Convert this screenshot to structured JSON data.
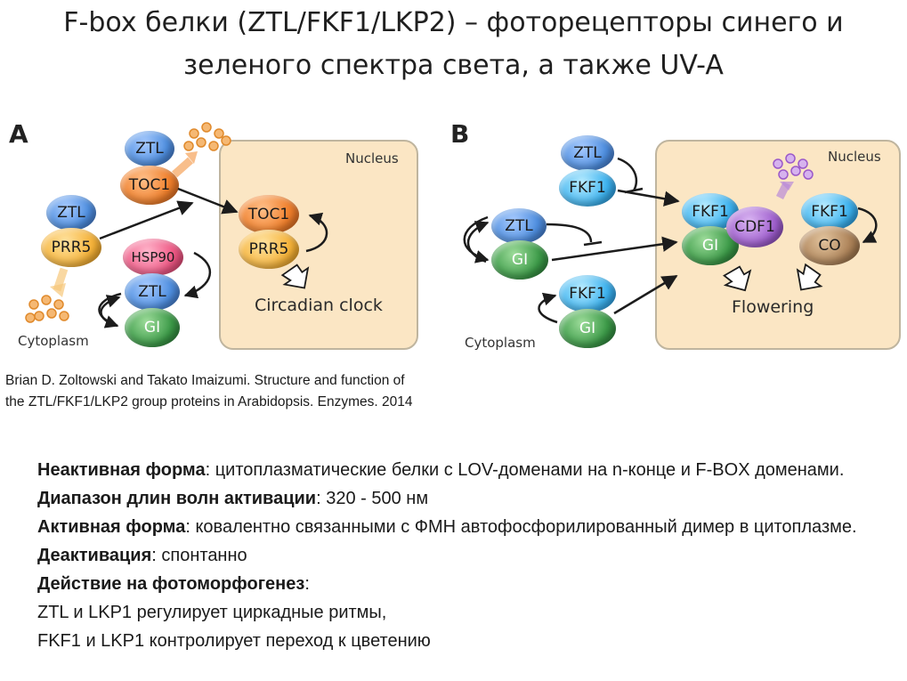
{
  "title": {
    "line1": "F-box белки (ZTL/FKF1/LKP2) – фоторецепторы синего и",
    "line2": "зеленого спектра света, а также UV-A"
  },
  "panel_a": {
    "letter": "A",
    "nucleus_label": "Nucleus",
    "cytoplasm_label": "Cytoplasm",
    "proteins": {
      "ztl_top": "ZTL",
      "toc1_top": "TOC1",
      "ztl_mid": "ZTL",
      "prr5_mid": "PRR5",
      "hsp90": "HSP90",
      "ztl_low": "ZTL",
      "gi_low": "GI",
      "toc1_nuc": "TOC1",
      "prr5_nuc": "PRR5"
    },
    "output_label": "Circadian clock"
  },
  "panel_b": {
    "letter": "B",
    "nucleus_label": "Nucleus",
    "cytoplasm_label": "Cytoplasm",
    "proteins": {
      "ztl_top": "ZTL",
      "fkf1_top": "FKF1",
      "ztl_mid": "ZTL",
      "gi_mid": "GI",
      "fkf1_low": "FKF1",
      "gi_low": "GI",
      "fkf1_nuc": "FKF1",
      "gi_nuc": "GI",
      "cdf1_nuc": "CDF1",
      "fkf1_nuc2": "FKF1",
      "co_nuc": "CO"
    },
    "output_label": "Flowering"
  },
  "citation": {
    "line1": "Brian D. Zoltowski and Takato Imaizumi. Structure and function of",
    "line2": "the ZTL/FKF1/LKP2 group proteins in Arabidopsis. Enzymes. 2014"
  },
  "description": {
    "inactive_label": "Неактивная форма",
    "inactive_text": ": цитоплазматические белки с LOV-доменами на n-конце и F-BOX доменами.",
    "range_label": "Диапазон длин волн активации",
    "range_text": ": 320 - 500 нм",
    "active_label": "Активная форма",
    "active_text": ": ковалентно связанными с ФМН автофосфорилированный димер в цитоплазме.",
    "deactivation_label": "Деактивация",
    "deactivation_text": ": спонтанно",
    "action_label": "Действие на фотоморфогенез",
    "action_text": ":",
    "line_ztl": "ZTL и LKP1 регулирует циркадные ритмы,",
    "line_fkf1": "FKF1 и LKP1 контролирует переход к цветению"
  }
}
